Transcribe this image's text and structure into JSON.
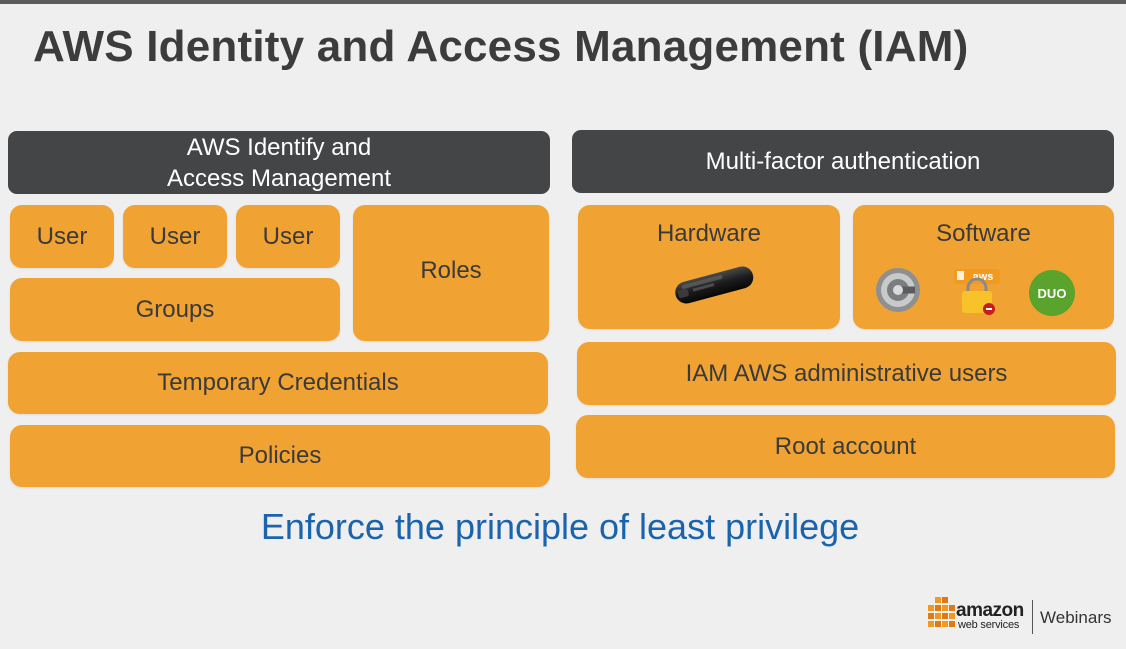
{
  "title": "AWS Identity and Access Management (IAM)",
  "left_panel": {
    "header": [
      "AWS Identify and",
      "Access Management"
    ],
    "users": [
      "User",
      "User",
      "User"
    ],
    "groups": "Groups",
    "roles": "Roles",
    "temporary_credentials": "Temporary Credentials",
    "policies": "Policies"
  },
  "right_panel": {
    "header": "Multi-factor authentication",
    "hardware": {
      "label": "Hardware",
      "icon": "usb-token-icon"
    },
    "software": {
      "label": "Software",
      "icons": [
        "google-authenticator-icon",
        "aws-mfa-icon",
        "duo-icon"
      ],
      "aws_badge_text": "aws",
      "duo_text": "DUO"
    },
    "admin_users": "IAM AWS administrative users",
    "root_account": "Root account"
  },
  "tagline": "Enforce the principle of least privilege",
  "footer": {
    "brand": "amazon",
    "brand_sub": "web services",
    "series": "Webinars"
  },
  "colors": {
    "header_dark": "#434547",
    "block_orange": "#f0a233",
    "tagline_blue": "#1a64ae",
    "title_gray": "#3c3c3c",
    "aws_orange": "#f29a1f"
  }
}
